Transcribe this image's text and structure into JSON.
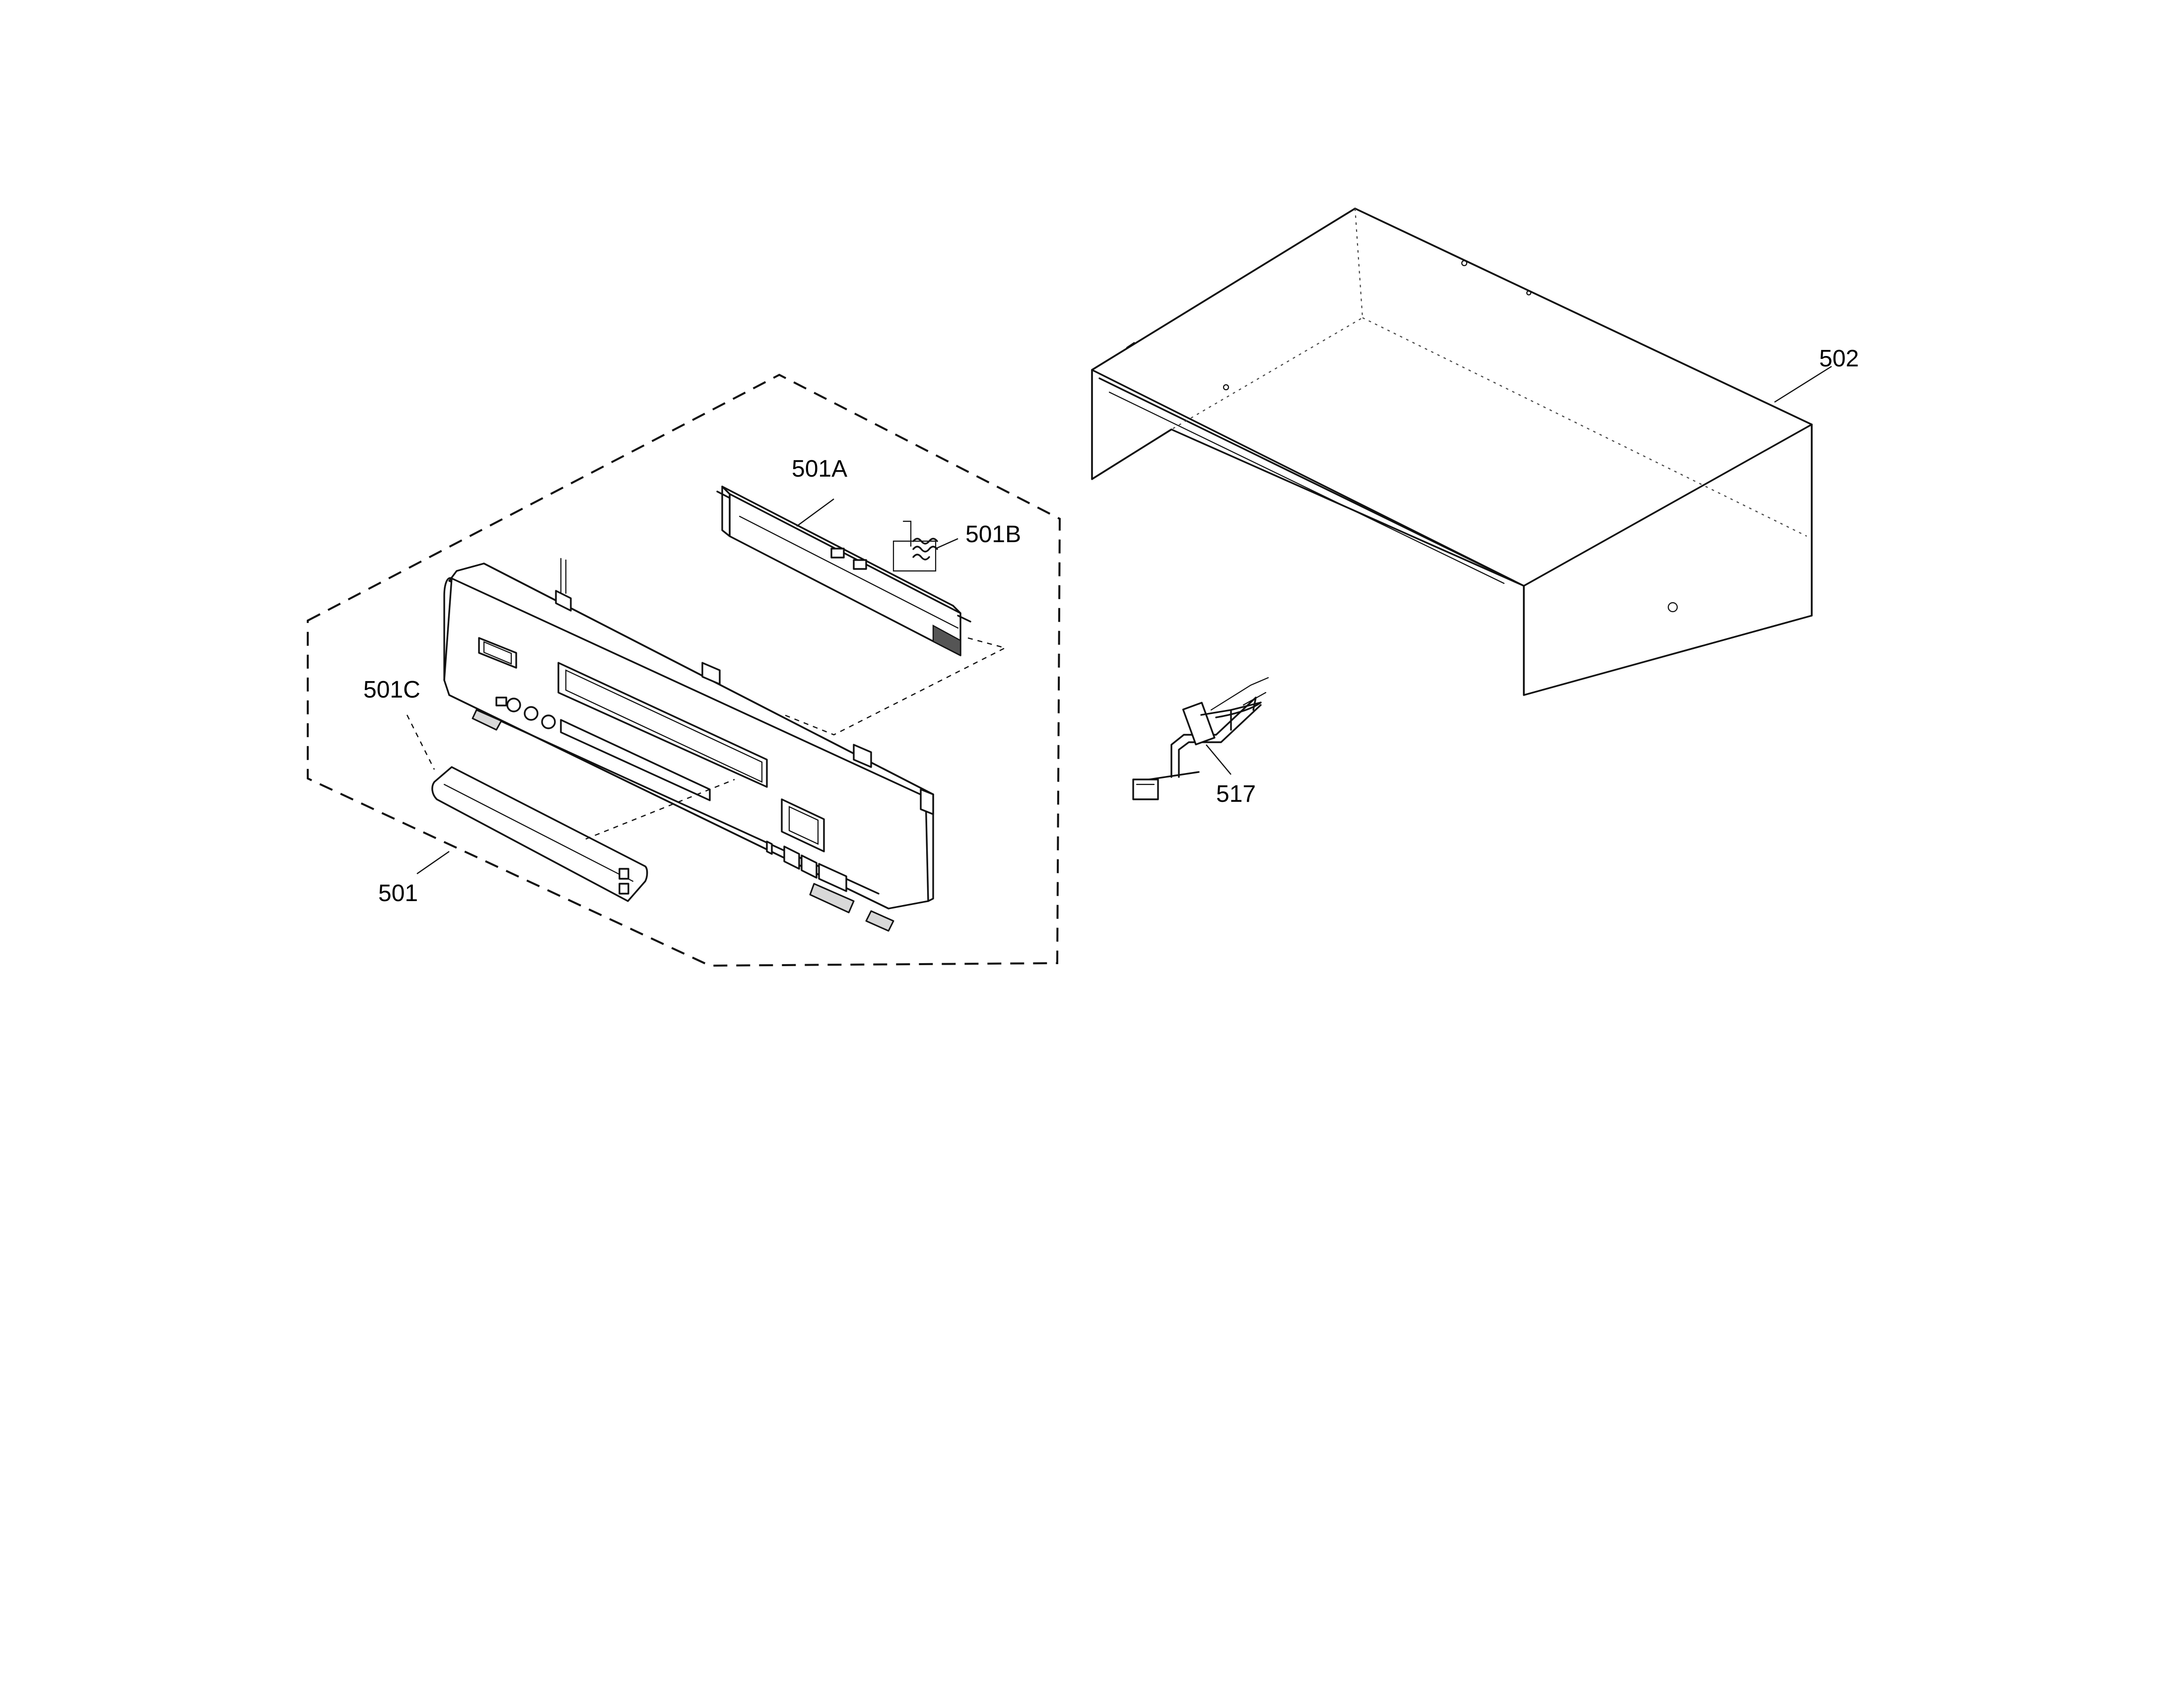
{
  "parts": [
    {
      "id": "p501",
      "label": "501"
    },
    {
      "id": "p501A",
      "label": "501A"
    },
    {
      "id": "p501B",
      "label": "501B"
    },
    {
      "id": "p501C",
      "label": "501C"
    },
    {
      "id": "p502",
      "label": "502"
    },
    {
      "id": "p517",
      "label": "517"
    }
  ]
}
